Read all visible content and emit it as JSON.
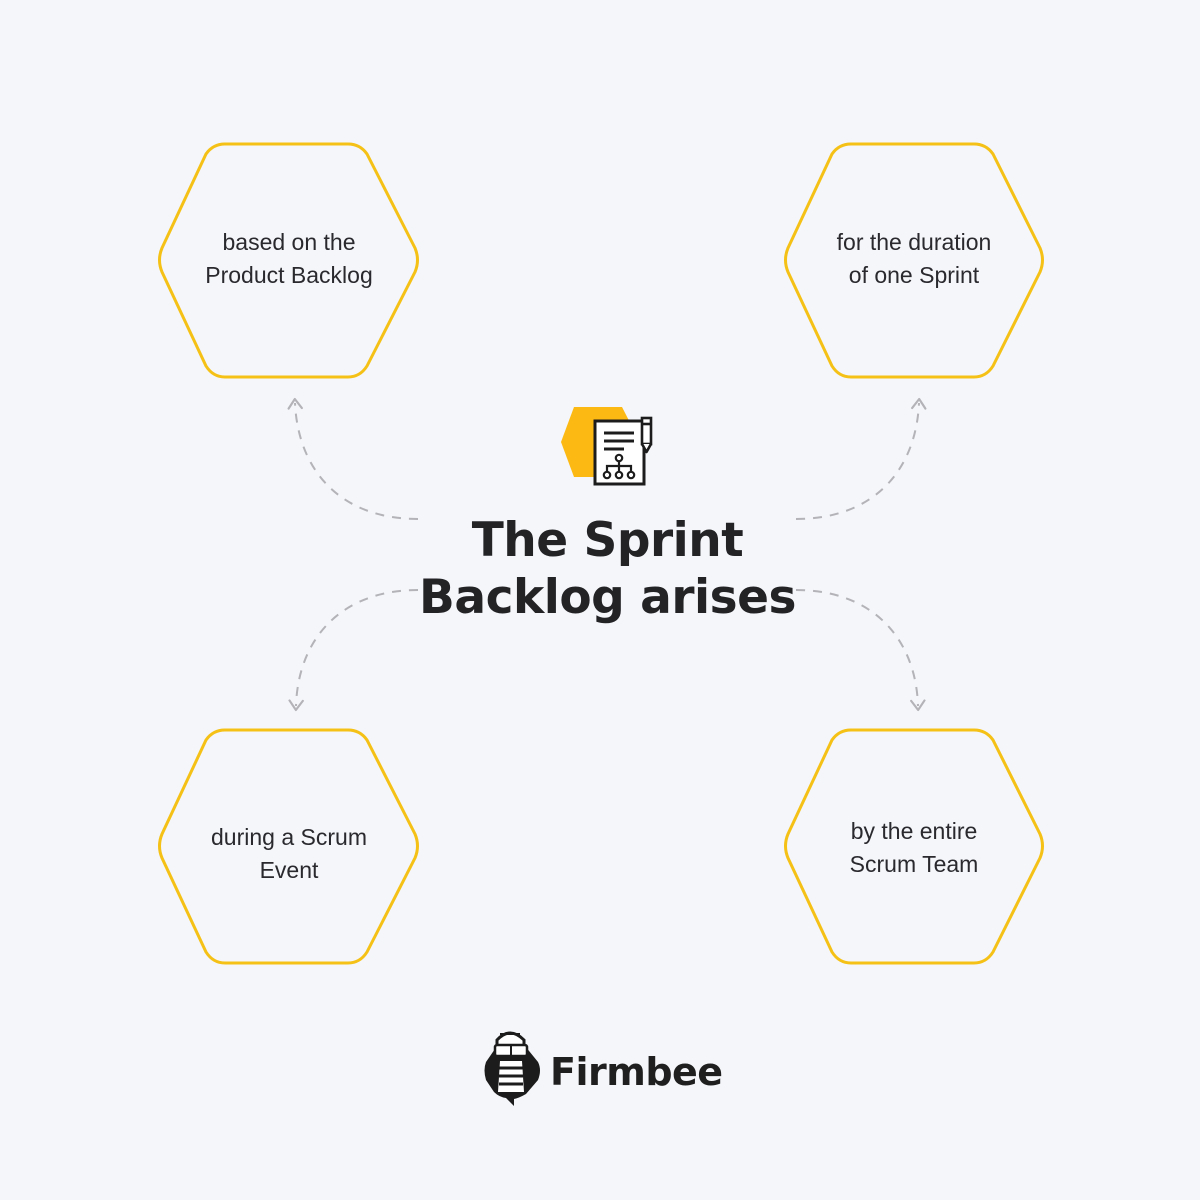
{
  "title": "The Sprint\nBacklog arises",
  "nodes": [
    {
      "id": "top-left",
      "text": "based on the\nProduct Backlog"
    },
    {
      "id": "top-right",
      "text": "for the duration\nof one Sprint"
    },
    {
      "id": "bottom-left",
      "text": "during a Scrum\nEvent"
    },
    {
      "id": "bottom-right",
      "text": "by the entire\nScrum Team"
    }
  ],
  "center_icon": "sprint-backlog-document-icon",
  "brand": {
    "name": "Firmbee",
    "logo_icon": "firmbee-bee-mascot-icon"
  },
  "colors": {
    "background": "#f4f6f9",
    "hex_outline": "#f5c116",
    "icon_fill": "#fdb913",
    "arrow": "#b3b3b8",
    "text": "#232326"
  }
}
